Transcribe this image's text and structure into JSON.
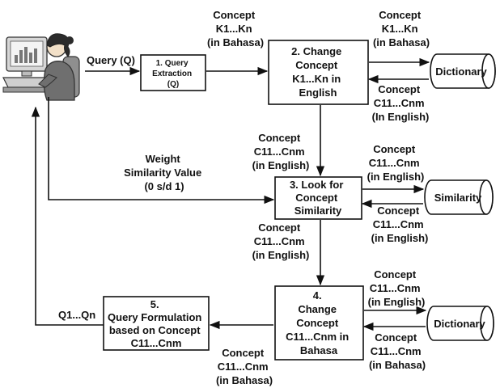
{
  "nodes": {
    "query_extraction": [
      "1. Query",
      "Extraction",
      "(Q)"
    ],
    "change_concept_en": [
      "2. Change",
      "Concept",
      "K1...Kn in",
      "English"
    ],
    "look_similarity": [
      "3. Look for",
      "Concept",
      "Similarity"
    ],
    "change_concept_bahasa": [
      "4.",
      "Change",
      "Concept",
      "C11...Cnm in",
      "Bahasa"
    ],
    "query_formulation": [
      "5.",
      "Query Formulation",
      "based on Concept",
      "C11...Cnm"
    ],
    "dictionary_top": "Dictionary",
    "similarity_db": "Similarity",
    "dictionary_bottom": "Dictionary"
  },
  "edge_labels": {
    "query": "Query (Q)",
    "concept_k_bahasa_1": [
      "Concept",
      "K1...Kn",
      "(in Bahasa)"
    ],
    "concept_k_bahasa_2": [
      "Concept",
      "K1...Kn",
      "(in Bahasa)"
    ],
    "concept_c_english_dict": [
      "Concept",
      "C11...Cnm",
      "(In English)"
    ],
    "concept_c_english_to3": [
      "Concept",
      "C11...Cnm",
      "(in English)"
    ],
    "weight_similarity": [
      "Weight",
      "Similarity Value",
      "(0 s/d 1)"
    ],
    "concept_c_english_sim_out": [
      "Concept",
      "C11...Cnm",
      "(in English)"
    ],
    "concept_c_english_sim_in": [
      "Concept",
      "C11...Cnm",
      "(in English)"
    ],
    "concept_c_english_to4": [
      "Concept",
      "C11...Cnm",
      "(in English)"
    ],
    "concept_c_english_dict2": [
      "Concept",
      "C11...Cnm",
      "(in English)"
    ],
    "concept_c_bahasa_dict2": [
      "Concept",
      "C11...Cnm",
      "(in Bahasa)"
    ],
    "concept_c_bahasa_to5": [
      "Concept",
      "C11...Cnm",
      "(in Bahasa)"
    ],
    "q1_qn": "Q1...Qn"
  }
}
